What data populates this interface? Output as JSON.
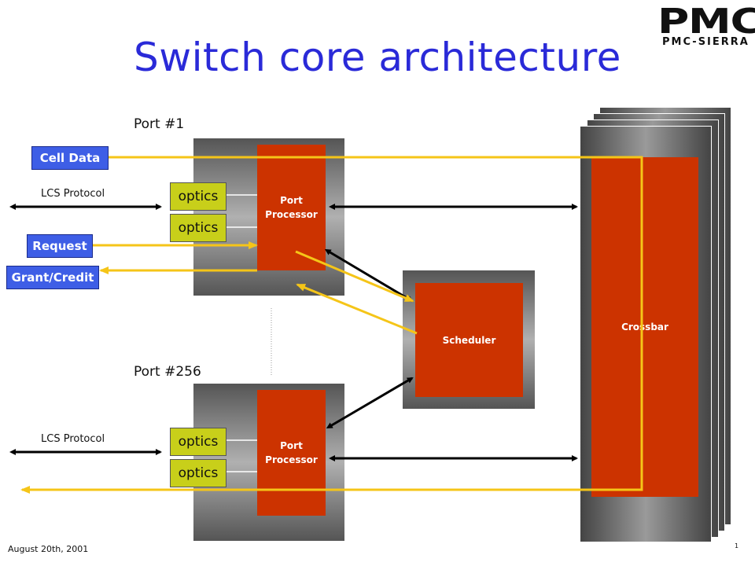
{
  "title": "Switch core architecture",
  "logo": {
    "main": "PMC",
    "sub": "PMC-SIERRA"
  },
  "port1_label": "Port #1",
  "port256_label": "Port #256",
  "lcs_protocol": "LCS Protocol",
  "cell_data": "Cell Data",
  "request": "Request",
  "grant_credit": "Grant/Credit",
  "optics": "optics",
  "port_processor": "Port Processor",
  "scheduler": "Scheduler",
  "crossbar": "Crossbar",
  "footer_date": "August 20th, 2001",
  "page_number": "1",
  "colors": {
    "title": "#2a2ad8",
    "red": "#cc3300",
    "yellow": "#f5c518",
    "blue_box": "#3e5ee6",
    "optics": "#c8cf1a"
  }
}
